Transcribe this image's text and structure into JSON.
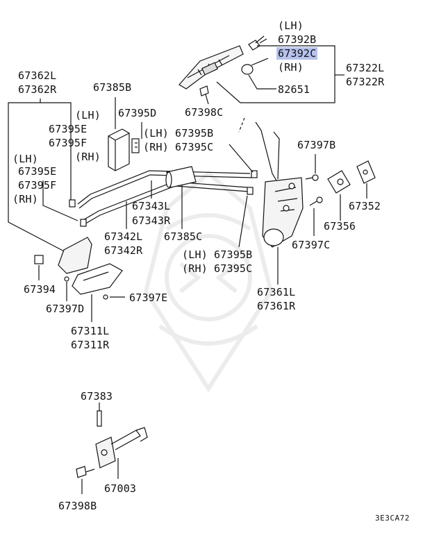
{
  "labels": {
    "p67392b_side": "(LH)",
    "p67392b": "67392B",
    "p67392c": "67392C",
    "p67392c_side": "(RH)",
    "p67322l": "67322L",
    "p67322r": "67322R",
    "p82651": "82651",
    "p67385b": "67385B",
    "p67395d": "67395D",
    "p67398c": "67398C",
    "p67362l": "67362L",
    "p67362r": "67362R",
    "p67395e_side": "(LH)",
    "p67395e": "67395E",
    "p67395f": "67395F",
    "p67395f_side": "(RH)",
    "p67395e2_side": "(LH)",
    "p67395e2": "67395E",
    "p67395f2": "67395F",
    "p67395f2_side": "(RH)",
    "p67395b_top_side": "(LH)",
    "p67395b_top": "67395B",
    "p67395c_top_side": "(RH)",
    "p67395c_top": "67395C",
    "p67397b": "67397B",
    "p67352": "67352",
    "p67356": "67356",
    "p67397c": "67397C",
    "p67343l": "67343L",
    "p67343r": "67343R",
    "p67342l": "67342L",
    "p67342r": "67342R",
    "p67385c": "67385C",
    "p67395b_bot_side": "(LH)",
    "p67395b_bot": "67395B",
    "p67395c_bot_side": "(RH)",
    "p67395c_bot": "67395C",
    "p67361l": "67361L",
    "p67361r": "67361R",
    "p67394": "67394",
    "p67397d": "67397D",
    "p67397e": "67397E",
    "p67311l": "67311L",
    "p67311r": "67311R",
    "p67383": "67383",
    "p67003": "67003",
    "p67398b": "67398B",
    "diagram_code": "3E3CA72"
  },
  "colors": {
    "line": "#111111",
    "highlight": "#b7c3ee",
    "watermark": "#eeeeee"
  }
}
